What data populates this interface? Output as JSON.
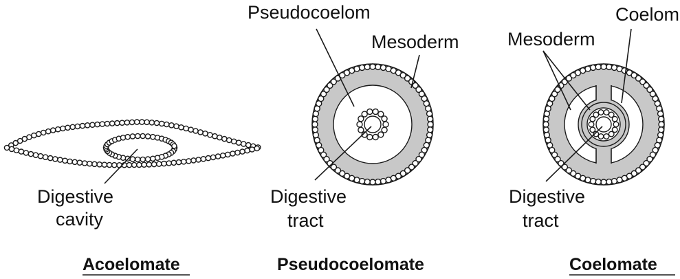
{
  "panels": [
    {
      "title": "Acoelomate",
      "labels": {
        "cavity_line1": "Digestive",
        "cavity_line2": "cavity"
      }
    },
    {
      "title": "Pseudocoelomate",
      "labels": {
        "cavity": "Pseudocoelom",
        "mesoderm": "Mesoderm",
        "tract_line1": "Digestive",
        "tract_line2": "tract"
      }
    },
    {
      "title": "Coelomate",
      "labels": {
        "cavity": "Coelom",
        "mesoderm": "Mesoderm",
        "tract_line1": "Digestive",
        "tract_line2": "tract"
      }
    }
  ],
  "colors": {
    "mesoderm_fill": "#c8c8c8",
    "cell_fill": "#ffffff",
    "outline": "#1a1a1a",
    "text": "#111111"
  }
}
